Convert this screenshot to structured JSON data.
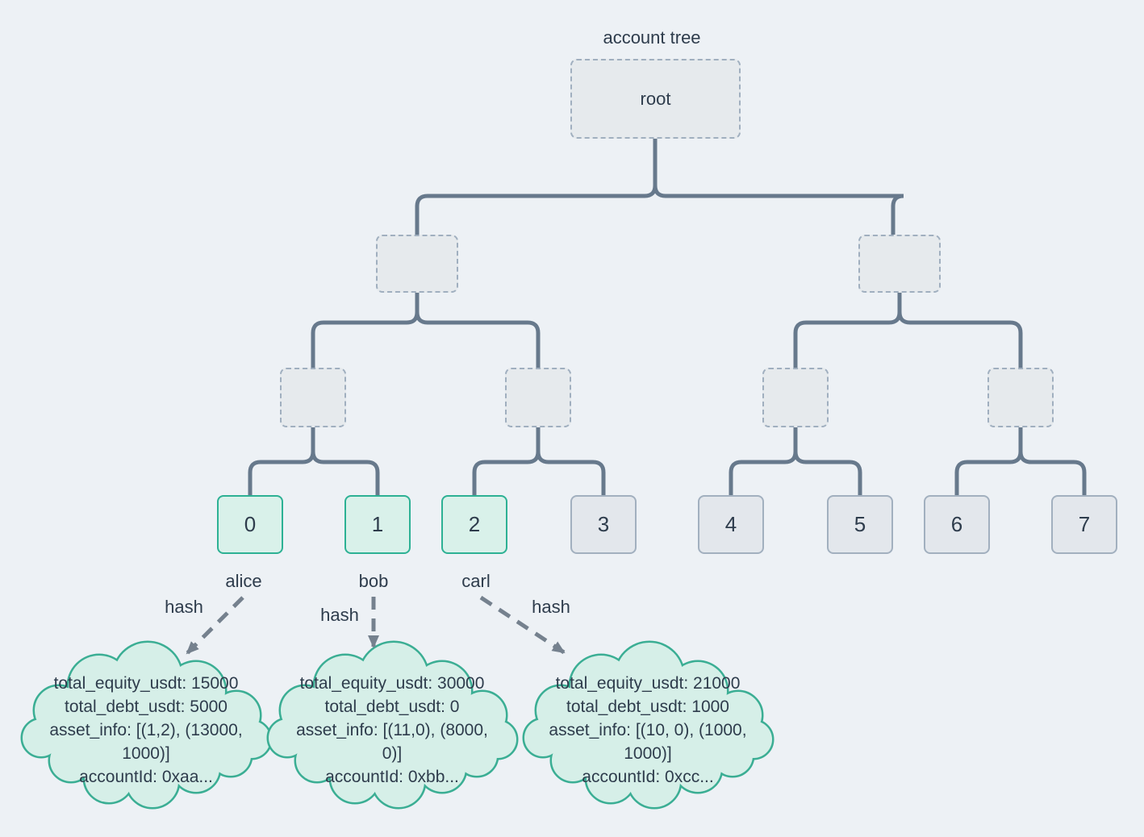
{
  "diagram": {
    "title": "account tree",
    "root_label": "root",
    "hash_label": "hash",
    "leaves": [
      {
        "id": "0",
        "owner": "alice",
        "highlighted": true
      },
      {
        "id": "1",
        "owner": "bob",
        "highlighted": true
      },
      {
        "id": "2",
        "owner": "carl",
        "highlighted": true
      },
      {
        "id": "3",
        "highlighted": false
      },
      {
        "id": "4",
        "highlighted": false
      },
      {
        "id": "5",
        "highlighted": false
      },
      {
        "id": "6",
        "highlighted": false
      },
      {
        "id": "7",
        "highlighted": false
      }
    ],
    "clouds": [
      {
        "lines": [
          "total_equity_usdt: 15000",
          "total_debt_usdt: 5000",
          "asset_info: [(1,2), (13000,",
          "1000)]",
          "accountId: 0xaa..."
        ]
      },
      {
        "lines": [
          "total_equity_usdt: 30000",
          "total_debt_usdt: 0",
          "asset_info: [(11,0), (8000,",
          "0)]",
          "accountId: 0xbb..."
        ]
      },
      {
        "lines": [
          "total_equity_usdt: 21000",
          "total_debt_usdt: 1000",
          "asset_info: [(10, 0), (1000,",
          "1000)]",
          "accountId: 0xcc..."
        ]
      }
    ],
    "colors": {
      "background": "#EDF1F5",
      "node_fill": "#E6EAED",
      "node_border": "#A0AFBF",
      "leaf_fill": "#E3E7EC",
      "leaf_border": "#A2B0BF",
      "highlight_fill": "#D9F1EA",
      "highlight_border": "#2DB194",
      "connector": "#67798C",
      "arrow": "#75818E",
      "text": "#2E3C4C",
      "cloud_fill": "#D6EFE8",
      "cloud_border": "#3BAE94"
    }
  }
}
